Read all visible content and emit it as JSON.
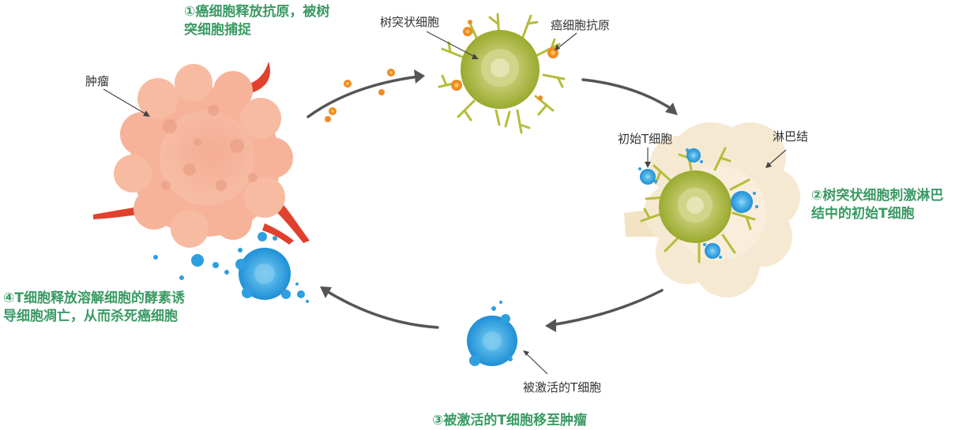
{
  "steps": {
    "step1": {
      "line1": "①癌细胞释放抗原，被树",
      "line2": "突细胞捕捉"
    },
    "step2": {
      "line1": "②树突状细胞刺激淋巴",
      "line2": "结中的初始T细胞"
    },
    "step3": {
      "line1": "③被激活的T细胞移至肿瘤"
    },
    "step4": {
      "line1": "④T细胞释放溶解细胞的酵素诱",
      "line2": "导细胞凋亡，从而杀死癌细胞"
    }
  },
  "labels": {
    "tumor": "肿瘤",
    "dendritic_cell": "树突状细胞",
    "cancer_antigen": "癌细胞抗原",
    "naive_t_cell": "初始T细胞",
    "lymph_node": "淋巴结",
    "activated_t_cell": "被激活的T细胞"
  },
  "colors": {
    "step_text": "#3a9a63",
    "label_text": "#333333",
    "arrow": "#555555",
    "tumor": "#f6b399",
    "blood_vessel": "#e0402d",
    "dendritic_cell": "#a5b43a",
    "antigen": "#f08a22",
    "t_cell": "#2f9fe0",
    "lymph_node": "#f6e9d2"
  }
}
